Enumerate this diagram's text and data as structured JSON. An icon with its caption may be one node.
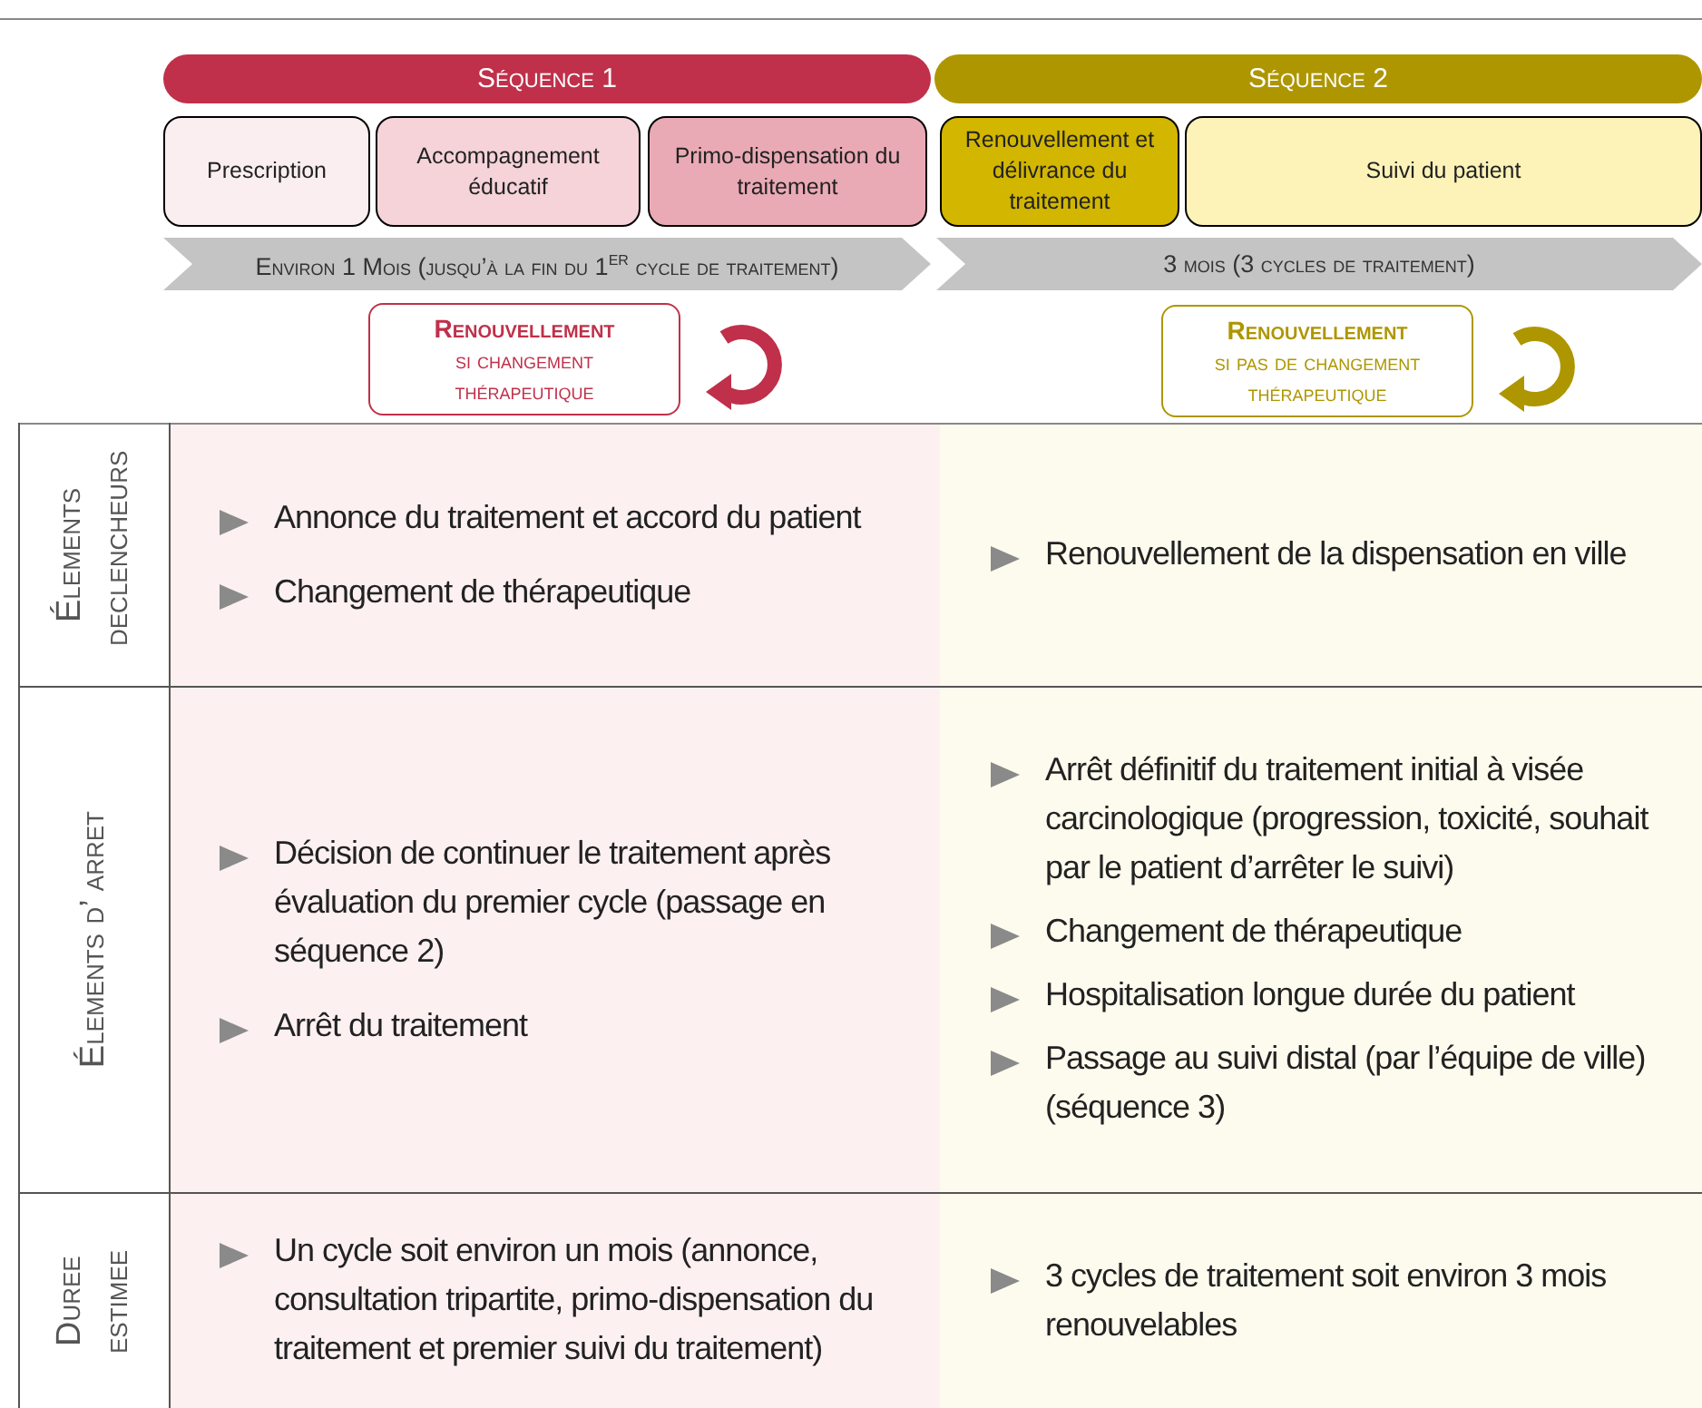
{
  "diagram": {
    "nodes": [
      {
        "text": [
          "Séquence 1"
        ]
      },
      {
        "text": [
          "Séquence 2"
        ]
      },
      {
        "text": [
          "Prescription"
        ]
      },
      {
        "text": [
          "Accompagnement éducatif"
        ]
      },
      {
        "text": [
          "Primo-dispensation du traitement"
        ]
      },
      {
        "text": [
          "Renouvellement et délivrance du traitement"
        ]
      },
      {
        "text": [
          "Suivi du patient"
        ]
      },
      {
        "text": [
          "Environ 1 Mois (jusqu’à la fin du 1$^{er}$ cycle de traitement)"
        ]
      },
      {
        "text": [
          "3 mois (3 cycles de traitement)"
        ]
      },
      {
        "text": [
          "Renouvellement",
          "si changement thérapeutique"
        ]
      },
      {
        "text": [
          "Renouvellement",
          "si pas de changement thérapeutique"
        ]
      }
    ],
    "labels": [
      "Élements declencheurs",
      "Annonce du traitement et accord du patient",
      "Changement de thérapeutique",
      "Renouvellement de la dispensation en ville",
      "Élements d’ arret",
      "Décision de continuer le traitement après évaluation du premier cycle (passage en séquence 2)",
      "Arrêt du traitement",
      "Arrêt définitif du traitement initial à visée carcinologique (progression, toxicité, souhait par le patient d’arrêter le suivi)",
      "Changement de thérapeutique",
      "Hospitalisation longue durée du patient",
      "Passage au suivi distal (par l’équipe de ville) (séquence 3)",
      "Duree estimee",
      "Un cycle soit environ un mois (annonce, consultation tripartite, primo-dispensation du traitement et premier suivi du traitement)",
      "3 cycles de traitement soit environ 3 mois renouvelables"
    ]
  }
}
